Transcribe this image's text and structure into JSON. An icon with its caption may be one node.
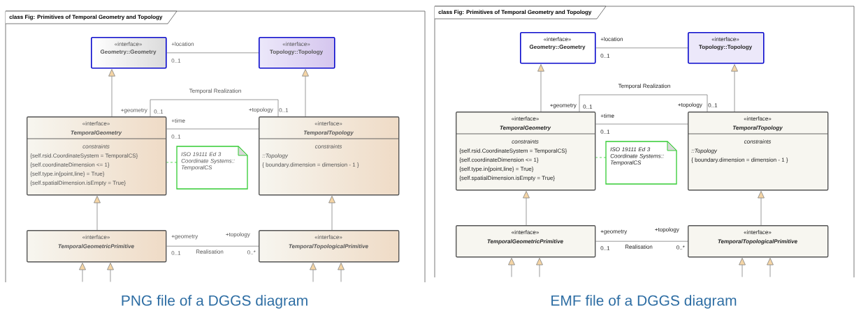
{
  "diagram": {
    "nodes": [
      {
        "text": [
          "class Fig: Primitives of Temporal Geometry and Topology"
        ]
      },
      {
        "text": [
          "«interface»",
          "Geometry::Geometry"
        ],
        "in": 0
      },
      {
        "text": [
          "«interface»",
          "Topology::Topology"
        ],
        "in": 0
      },
      {
        "text": [
          "«interface»",
          "TemporalGeometry",
          "constraints",
          "{self.rsid.CoordinateSystem = TemporalCS}",
          "{self.coordinateDimension <= 1}",
          "{self.type.in{point,line} = True}",
          "{self.spatialDimension.isEmpty = True}"
        ],
        "in": 0
      },
      {
        "text": [
          "ISO 19111 Ed 3 Coordinate Systems:: TemporalCS"
        ],
        "in": 0
      },
      {
        "text": [
          "«interface»",
          "TemporalTopology",
          "constraints",
          "::Topology",
          "{ boundary.dimension = dimension - 1 }"
        ],
        "in": 0
      },
      {
        "text": [
          "«interface»",
          "TemporalGeometricPrimitive"
        ],
        "in": 0
      },
      {
        "text": [
          "«interface»",
          "TemporalTopologicalPrimitive"
        ],
        "in": 0
      },
      {
        "text": [
          "class Fig: Primitives of Temporal Geometry and Topology"
        ]
      },
      {
        "text": [
          "«interface»",
          "Geometry::Geometry"
        ],
        "in": 8
      },
      {
        "text": [
          "«interface»",
          "Topology::Topology"
        ],
        "in": 8
      },
      {
        "text": [
          "«interface»",
          "TemporalGeometry",
          "constraints",
          "{self.rsid.CoordinateSystem = TemporalCS}",
          "{self.coordinateDimension <= 1}",
          "{self.type.in{point,line} = True}",
          "{self.spatialDimension.isEmpty = True}"
        ],
        "in": 8
      },
      {
        "text": [
          "ISO 19111 Ed 3 Coordinate Systems:: TemporalCS"
        ],
        "in": 8
      },
      {
        "text": [
          "«interface»",
          "TemporalTopology",
          "constraints",
          "::Topology",
          "{ boundary.dimension = dimension - 1 }"
        ],
        "in": 8
      },
      {
        "text": [
          "«interface»",
          "TemporalGeometricPrimitive"
        ],
        "in": 8
      },
      {
        "text": [
          "«interface»",
          "TemporalTopologicalPrimitive"
        ],
        "in": 8
      }
    ],
    "edges": [
      {
        "from": 1,
        "to": 2,
        "arrow": "none"
      },
      {
        "from": 3,
        "to": 1,
        "arrow": "to"
      },
      {
        "from": 5,
        "to": 2,
        "arrow": "to"
      },
      {
        "from": 3,
        "to": 5,
        "arrow": "none",
        "label": "Temporal Realization"
      },
      {
        "from": 3,
        "to": 5,
        "arrow": "none"
      },
      {
        "from": 4,
        "to": 3,
        "arrow": "none",
        "style": "dashed",
        "color": "#33cc33"
      },
      {
        "from": 6,
        "to": 3,
        "arrow": "to"
      },
      {
        "from": 7,
        "to": 5,
        "arrow": "to"
      },
      {
        "from": 6,
        "to": 7,
        "arrow": "none",
        "label": "Realisation"
      },
      {
        "from": null,
        "to": 6,
        "arrow": "to"
      },
      {
        "from": null,
        "to": 6,
        "arrow": "to"
      },
      {
        "from": null,
        "to": 7,
        "arrow": "to"
      },
      {
        "from": null,
        "to": 7,
        "arrow": "to"
      },
      {
        "from": 9,
        "to": 10,
        "arrow": "none"
      },
      {
        "from": 11,
        "to": 9,
        "arrow": "to"
      },
      {
        "from": 13,
        "to": 10,
        "arrow": "to"
      },
      {
        "from": 11,
        "to": 13,
        "arrow": "none",
        "label": "Temporal Realization"
      },
      {
        "from": 11,
        "to": 13,
        "arrow": "none"
      },
      {
        "from": 12,
        "to": 11,
        "arrow": "none",
        "style": "dashed",
        "color": "#33cc33"
      },
      {
        "from": 14,
        "to": 11,
        "arrow": "to"
      },
      {
        "from": 15,
        "to": 13,
        "arrow": "to"
      },
      {
        "from": 14,
        "to": 15,
        "arrow": "none",
        "label": "Realisation"
      },
      {
        "from": null,
        "to": 14,
        "arrow": "to"
      },
      {
        "from": null,
        "to": 14,
        "arrow": "to"
      },
      {
        "from": null,
        "to": 15,
        "arrow": "to"
      },
      {
        "from": null,
        "to": 15,
        "arrow": "to"
      }
    ],
    "labels": [
      "+location",
      "0..1",
      "+geometry",
      "0..1",
      "+topology",
      "0..1",
      "+time",
      "0..1",
      "+geometry",
      "0..1",
      "+topology",
      "0..*",
      "+location",
      "0..1",
      "+geometry",
      "0..1",
      "+topology",
      "0..1",
      "+time",
      "0..1",
      "+geometry",
      "0..1",
      "+topology",
      "0..*",
      "PNG file of a DGGS diagram",
      "EMF file of a DGGS diagram"
    ]
  }
}
